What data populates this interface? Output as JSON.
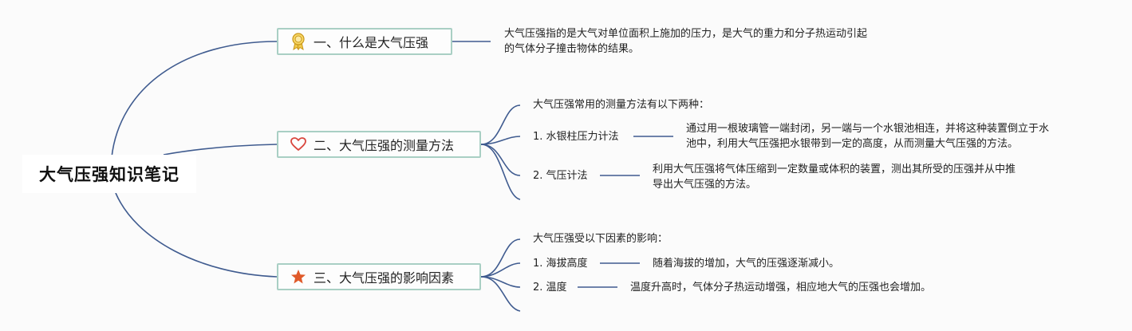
{
  "root": {
    "title": "大气压强知识笔记"
  },
  "branches": [
    {
      "label": "一、什么是大气压强",
      "icon": "award-ribbon-icon",
      "desc_lines": [
        "大气压强指的是大气对单位面积上施加的压力，是大气的重力和分子热运动引起",
        "的气体分子撞击物体的结果。"
      ]
    },
    {
      "label": "二、大气压强的测量方法",
      "icon": "heart-outline-icon",
      "intro": "大气压强常用的测量方法有以下两种：",
      "items": [
        {
          "label": "1. 水银柱压力计法",
          "desc_lines": [
            "通过用一根玻璃管一端封闭，另一端与一个水银池相连，并将这种装置倒立于水",
            "池中，利用大气压强把水银带到一定的高度，从而测量大气压强的方法。"
          ]
        },
        {
          "label": "2. 气压计法",
          "desc_lines": [
            "利用大气压强将气体压缩到一定数量或体积的装置，测出其所受的压强并从中推",
            "导出大气压强的方法。"
          ]
        }
      ]
    },
    {
      "label": "三、大气压强的影响因素",
      "icon": "star-icon",
      "intro": "大气压强受以下因素的影响：",
      "items": [
        {
          "label": "1. 海拔高度",
          "desc_lines": [
            "随着海拔的增加，大气的压强逐渐减小。"
          ]
        },
        {
          "label": "2. 温度",
          "desc_lines": [
            "温度升高时，气体分子热运动增强，相应地大气的压强也会增加。"
          ]
        }
      ]
    }
  ],
  "colors": {
    "connector": "#3f5b8f",
    "branch_border": "#a9cfc4",
    "star": "#e05a2a",
    "heart": "#d9473f",
    "award": "#e6b422"
  }
}
